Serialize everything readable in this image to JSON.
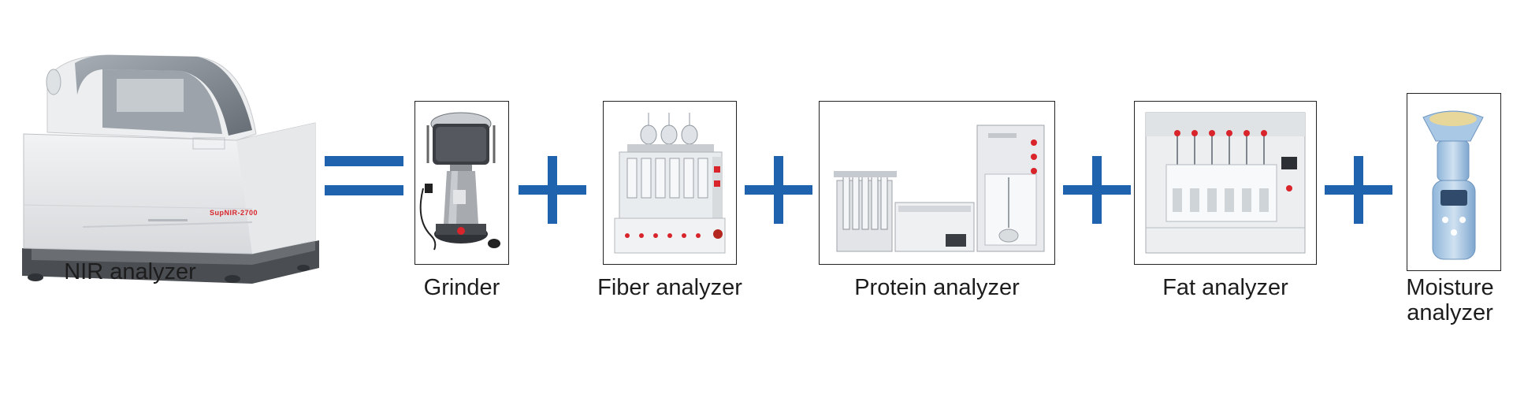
{
  "diagram": {
    "equation": {
      "result": {
        "label": "NIR analyzer",
        "device_brand_text": "SupNIR-2700"
      },
      "operator_equals": "=",
      "operator_plus": "+",
      "components": [
        {
          "label": "Grinder"
        },
        {
          "label": "Fiber analyzer"
        },
        {
          "label": "Protein analyzer"
        },
        {
          "label": "Fat analyzer"
        },
        {
          "label": "Moisture analyzer"
        }
      ]
    },
    "colors": {
      "operator_blue": "#1f62ad",
      "frame_border": "#222222",
      "nir_accent_red": "#d8242a"
    }
  }
}
